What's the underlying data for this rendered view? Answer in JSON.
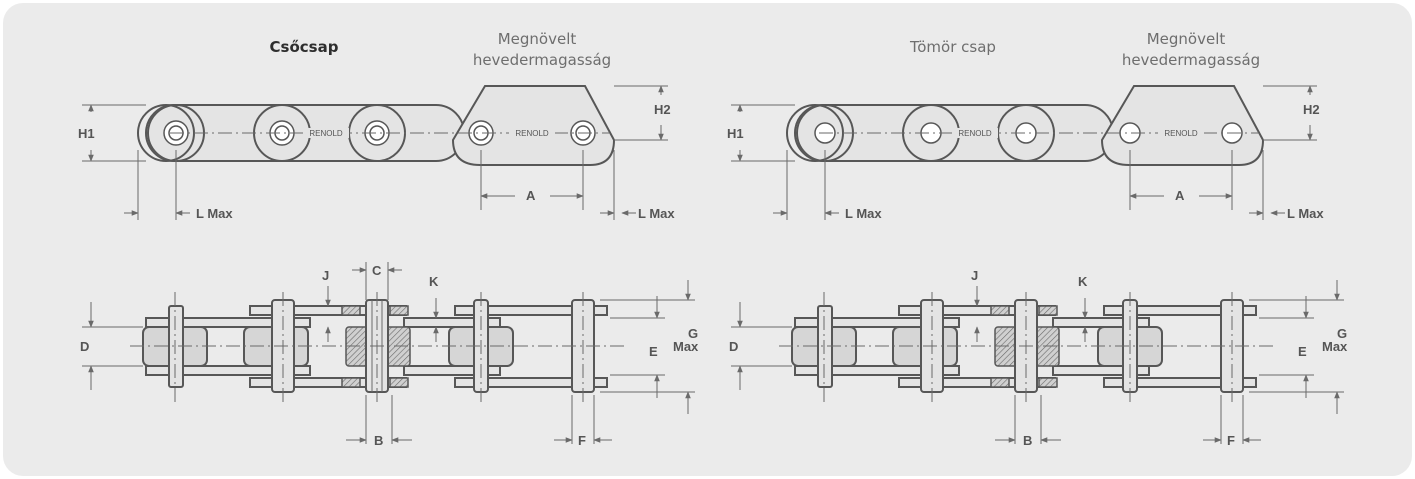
{
  "panels": [
    {
      "title": "Csőcsap",
      "extended_title_line1": "Megnövelt",
      "extended_title_line2": "hevedermagasság"
    },
    {
      "title": "Tömör csap",
      "extended_title_line1": "Megnövelt",
      "extended_title_line2": "hevedermagasság"
    }
  ],
  "brand": "RENOLD",
  "dimensions": {
    "H1": "H1",
    "H2": "H2",
    "A": "A",
    "L": "L Max",
    "J": "J",
    "C": "C",
    "K": "K",
    "D": "D",
    "E": "E",
    "G": "G",
    "G_max": "Max",
    "B": "B",
    "F": "F"
  },
  "colors": {
    "panel_background": "#ebebeb",
    "line": "#575757",
    "plate_fill": "#e4e4e4",
    "roller_fill": "#d6d6d6"
  }
}
